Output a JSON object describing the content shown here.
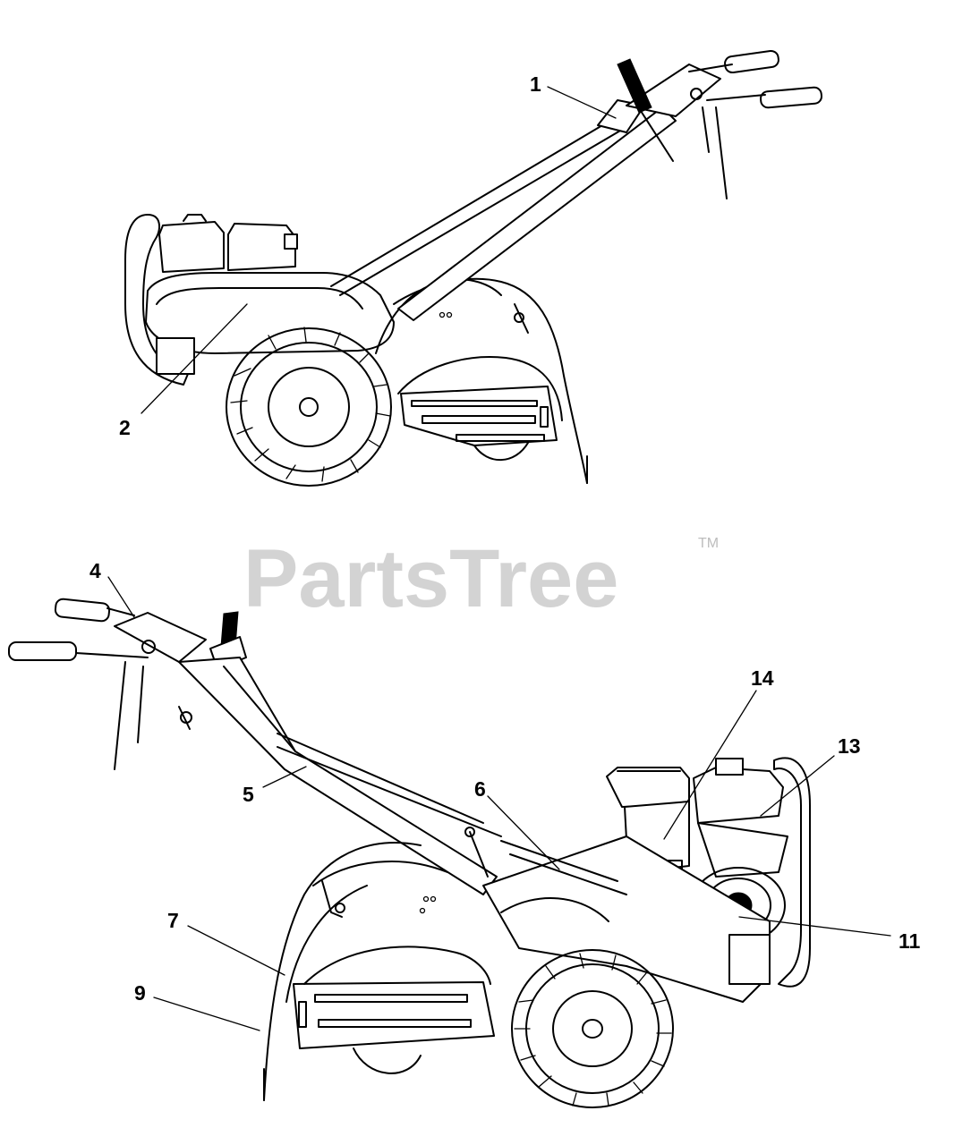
{
  "watermark": {
    "text": "PartsTree",
    "trademark": "TM",
    "color": "#d3d3d3"
  },
  "callouts": [
    {
      "id": "1",
      "label": "1"
    },
    {
      "id": "2",
      "label": "2"
    },
    {
      "id": "4",
      "label": "4"
    },
    {
      "id": "5",
      "label": "5"
    },
    {
      "id": "6",
      "label": "6"
    },
    {
      "id": "7",
      "label": "7"
    },
    {
      "id": "9",
      "label": "9"
    },
    {
      "id": "11",
      "label": "11"
    },
    {
      "id": "13",
      "label": "13"
    },
    {
      "id": "14",
      "label": "14"
    }
  ]
}
